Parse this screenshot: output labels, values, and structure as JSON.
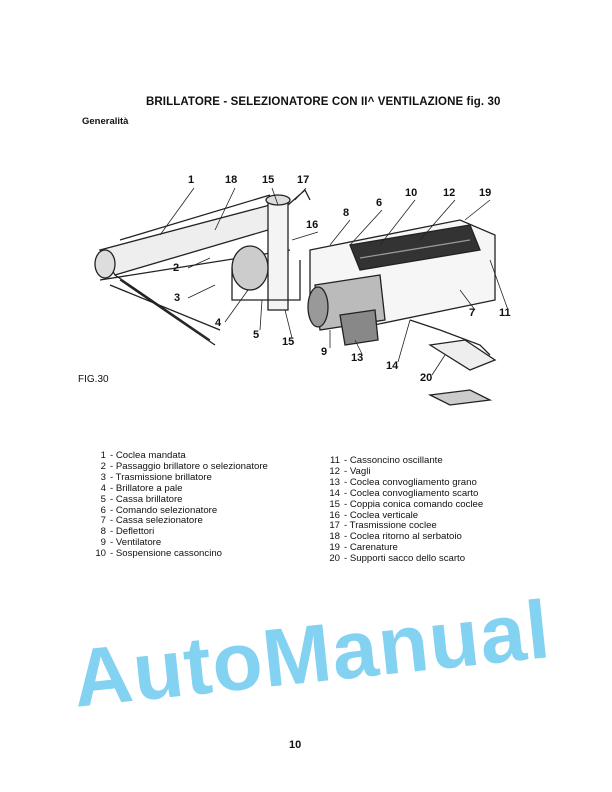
{
  "header": {
    "title": "BRILLATORE - SELEZIONATORE CON II^ VENTILAZIONE fig. 30",
    "subtitle": "Generalità"
  },
  "figure": {
    "label": "FIG.30",
    "callouts": [
      "1",
      "18",
      "15",
      "17",
      "10",
      "12",
      "19",
      "16",
      "6",
      "8",
      "2",
      "3",
      "4",
      "5",
      "15",
      "9",
      "13",
      "14",
      "7",
      "11",
      "20"
    ]
  },
  "legend": {
    "left": [
      {
        "num": "1",
        "text": "- Coclea mandata"
      },
      {
        "num": "2",
        "text": "- Passaggio brillatore o selezionatore"
      },
      {
        "num": "3",
        "text": "- Trasmissione brillatore"
      },
      {
        "num": "4",
        "text": "- Brillatore a pale"
      },
      {
        "num": "5",
        "text": "- Cassa brillatore"
      },
      {
        "num": "6",
        "text": "- Comando selezionatore"
      },
      {
        "num": "7",
        "text": "- Cassa selezionatore"
      },
      {
        "num": "8",
        "text": "- Deflettori"
      },
      {
        "num": "9",
        "text": "- Ventilatore"
      },
      {
        "num": "10",
        "text": "- Sospensione cassoncino"
      }
    ],
    "right": [
      {
        "num": "11",
        "text": "- Cassoncino oscillante"
      },
      {
        "num": "12",
        "text": "- Vagli"
      },
      {
        "num": "13",
        "text": "- Coclea convogliamento grano"
      },
      {
        "num": "14",
        "text": "- Coclea convogliamento scarto"
      },
      {
        "num": "15",
        "text": "- Coppia conica comando coclee"
      },
      {
        "num": "16",
        "text": "- Coclea verticale"
      },
      {
        "num": "17",
        "text": "- Trasmissione coclee"
      },
      {
        "num": "18",
        "text": "- Coclea ritorno al serbatoio"
      },
      {
        "num": "19",
        "text": "- Carenature"
      },
      {
        "num": "20",
        "text": "- Supporti sacco dello scarto"
      }
    ]
  },
  "footer": {
    "page_number": "10"
  },
  "watermark": {
    "text": "AutoManual",
    "color": "#5cc3ee"
  }
}
